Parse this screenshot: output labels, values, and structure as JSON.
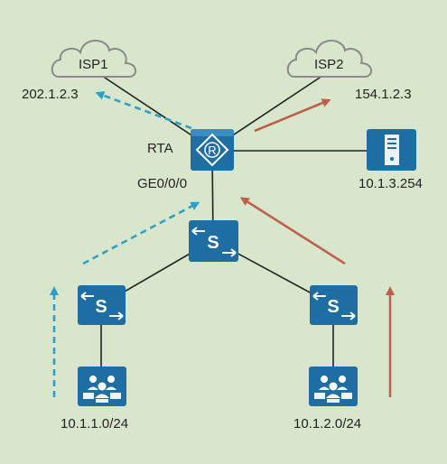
{
  "clouds": {
    "isp1": {
      "name": "ISP1",
      "ip": "202.1.2.3"
    },
    "isp2": {
      "name": "ISP2",
      "ip": "154.1.2.3"
    }
  },
  "router": {
    "name": "RTA",
    "port": "GE0/0/0",
    "icon": "router-icon"
  },
  "server": {
    "ip": "10.1.3.254",
    "icon": "server-icon"
  },
  "switches": {
    "icon": "switch-icon"
  },
  "hosts": {
    "left": {
      "subnet": "10.1.1.0/24",
      "icon": "users-icon"
    },
    "right": {
      "subnet": "10.1.2.0/24",
      "icon": "users-icon"
    }
  },
  "colors": {
    "background": "#d8e7cc",
    "device": "#1f6ea3",
    "line": "#222222",
    "path_to_isp1": "#2ea0c8",
    "path_to_isp2": "#c0604c"
  }
}
